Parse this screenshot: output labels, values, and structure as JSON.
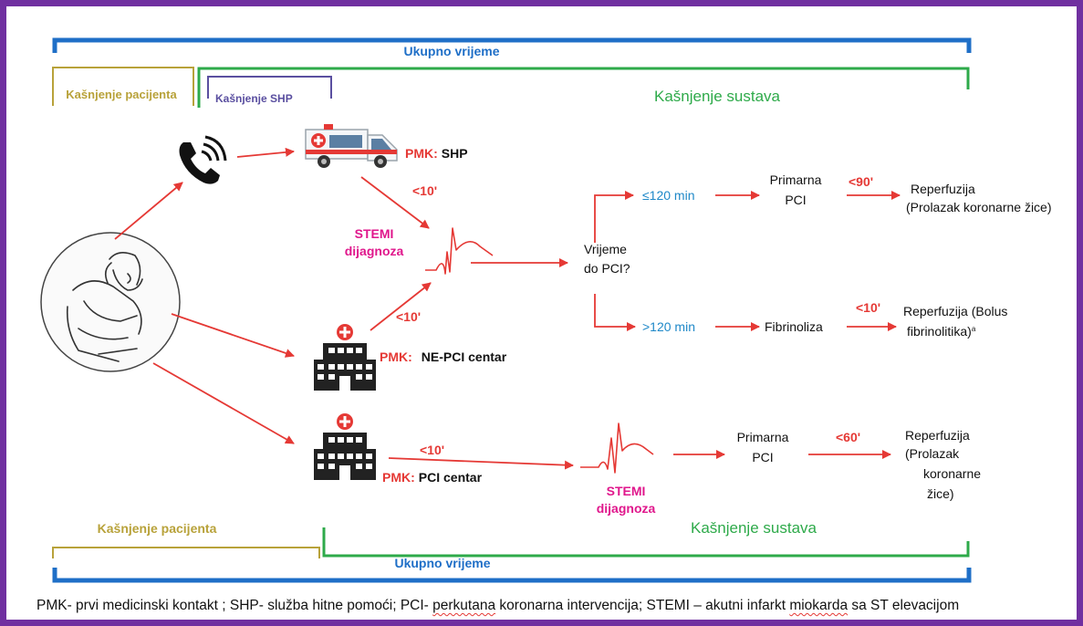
{
  "timeline": {
    "total_time_top": "Ukupno vrijeme",
    "patient_delay_top": "Kašnjenje pacijenta",
    "ems_delay": "Kašnjenje SHP",
    "system_delay_top": "Kašnjenje sustava",
    "patient_delay_bottom": "Kašnjenje pacijenta",
    "system_delay_bottom": "Kašnjenje sustava",
    "total_time_bottom": "Ukupno vrijeme"
  },
  "nodes": {
    "fmc_prefix_1": "PMK:",
    "fmc_ems": "SHP",
    "fmc_prefix_2": "PMK:",
    "fmc_non_pci": "NE-PCI centar",
    "fmc_prefix_3": "PMK:",
    "fmc_pci": "PCI centar",
    "stemi_1_line1": "STEMI",
    "stemi_1_line2": "dijagnoza",
    "stemi_2_line1": "STEMI",
    "stemi_2_line2": "dijagnoza",
    "time_to_pci_line1": "Vrijeme",
    "time_to_pci_line2": "do PCI?",
    "le_120": "≤120 min",
    "gt_120": ">120 min",
    "primary_pci_1_line1": "Primarna",
    "primary_pci_1_line2": "PCI",
    "fibrinolysis": "Fibrinoliza",
    "primary_pci_2_line1": "Primarna",
    "primary_pci_2_line2": "PCI",
    "reperf_1_line1": "Reperfuzija",
    "reperf_1_line2": "(Prolazak koronarne žice)",
    "reperf_2_line1": "Reperfuzija (Bolus",
    "reperf_2_line2": "fibrinolitika)",
    "reperf_2_sup": "a",
    "reperf_3_line1": "Reperfuzija",
    "reperf_3_line2": "(Prolazak",
    "reperf_3_line3": "koronarne",
    "reperf_3_line4": "žice)"
  },
  "time_labels": {
    "ems_to_dx": "<10'",
    "nonpci_to_dx": "<10'",
    "pci_to_dx": "<10'",
    "to_reperf_90": "<90'",
    "to_reperf_fibrinolysis": "<10'",
    "to_reperf_60": "<60'"
  },
  "caption": {
    "part1": "PMK- prvi medicinski kontakt ; SHP- služba hitne pomoći; PCI- ",
    "part2": "perkutana",
    "part3": " koronarna intervencija; STEMI – akutni infarkt ",
    "part4": "miokarda",
    "part5": " sa ST elevacijom"
  },
  "colors": {
    "frame": "#7030a0",
    "total_bar": "#1f6fc7",
    "patient": "#b8a23a",
    "ems": "#5a4fa0",
    "system": "#2eaa4a",
    "arrow": "#e53935",
    "stemi": "#e0178c",
    "minutes": "#1e88c8"
  },
  "icons": [
    "phone-icon",
    "ambulance-icon",
    "patient-icon",
    "hospital-icon",
    "ecg-icon"
  ]
}
